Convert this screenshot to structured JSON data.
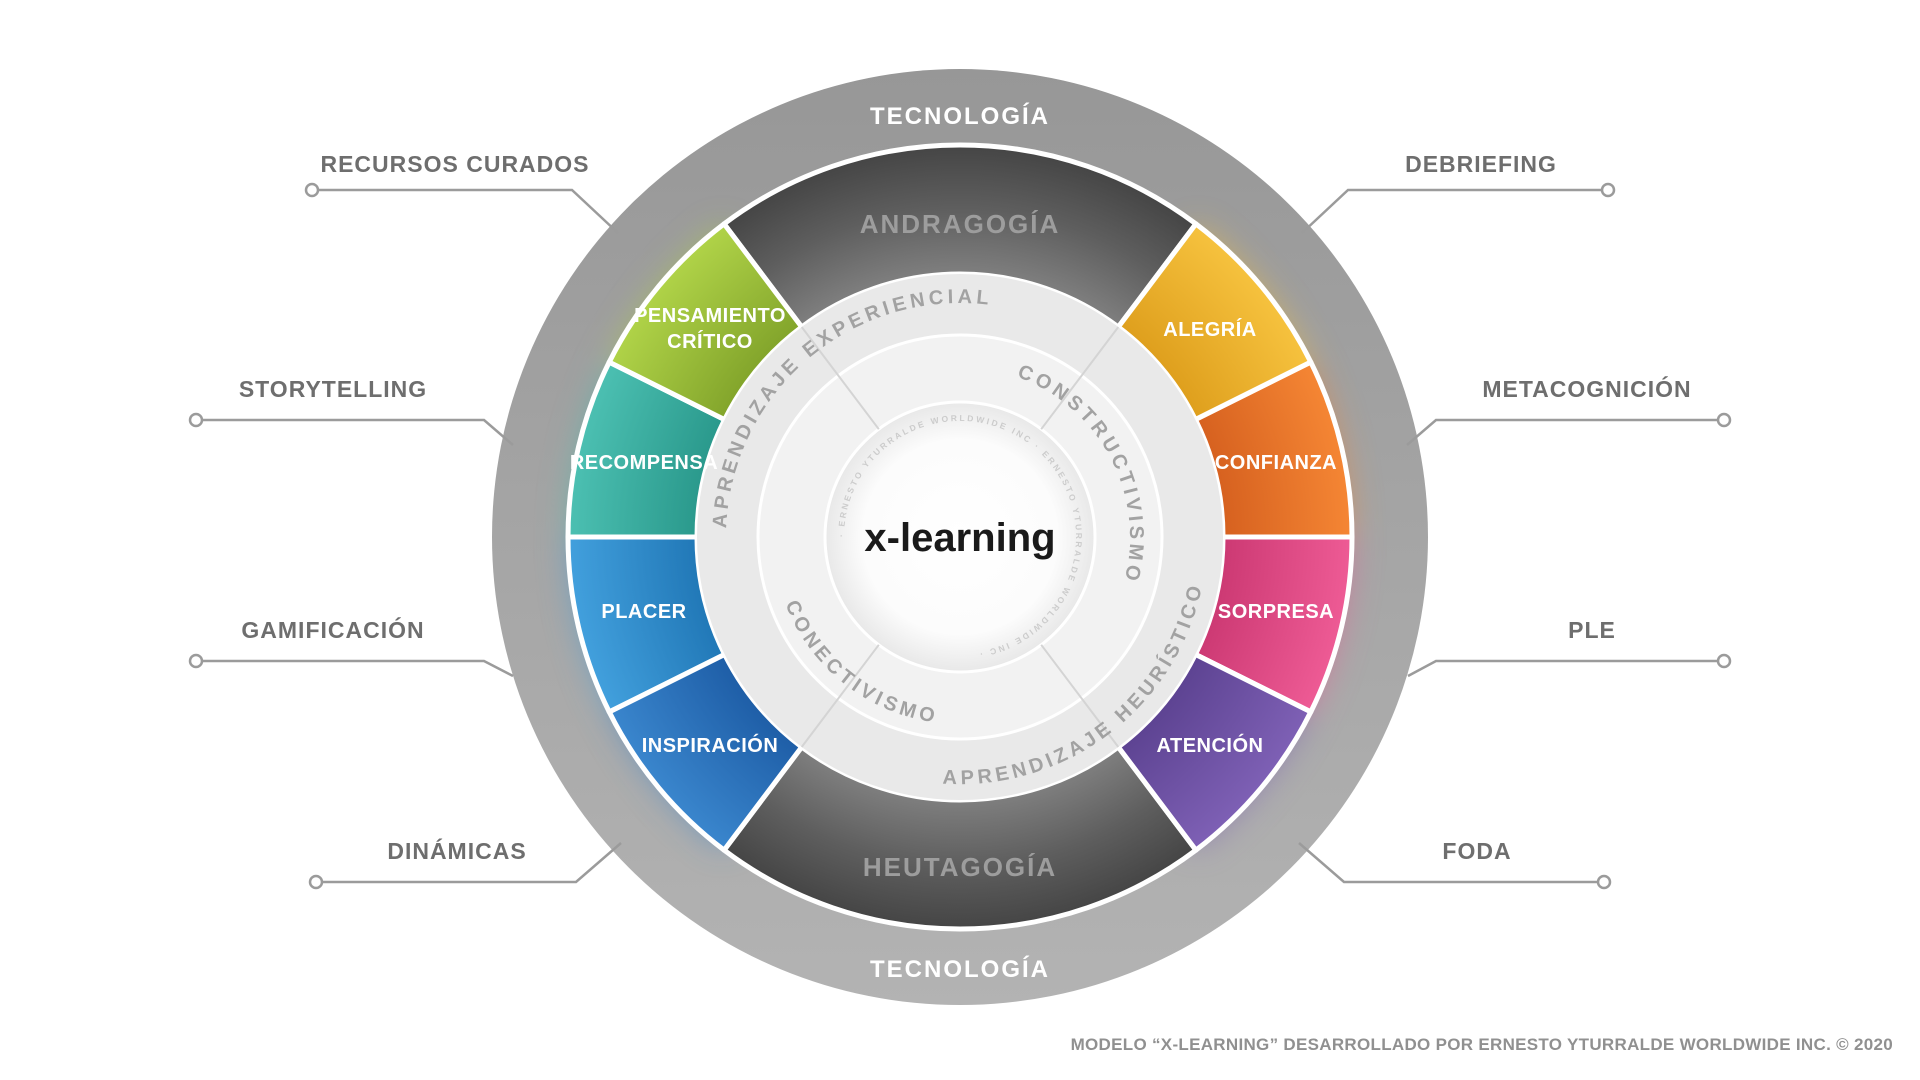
{
  "wheel": {
    "center_label": "x-learning",
    "outer_ring": {
      "top": "TECNOLOGÍA",
      "bottom": "TECNOLOGÍA"
    },
    "mid_ring": {
      "top": "ANDRAGOGÍA",
      "bottom": "HEUTAGOGÍA"
    },
    "arc_texts": {
      "experiential": "APRENDIZAJE EXPERIENCIAL",
      "constructivism": "CONSTRUCTIVISMO",
      "connectivism": "CONECTIVISMO",
      "heuristic": "APRENDIZAJE HEURÍSTICO"
    },
    "watermark": "· ERNESTO YTURRALDE WORLDWIDE INC · ERNESTO YTURRALDE WORLDWIDE INC ·",
    "wedges": [
      {
        "id": "alegria",
        "label": "ALEGRÍA",
        "color_inner": "#dfa01e",
        "color_outer": "#f6c23e"
      },
      {
        "id": "confianza",
        "label": "CONFIANZA",
        "color_inner": "#d76220",
        "color_outer": "#f58634"
      },
      {
        "id": "sorpresa",
        "label": "SORPRESA",
        "color_inner": "#cd3a74",
        "color_outer": "#ee5b95"
      },
      {
        "id": "atencion",
        "label": "ATENCIÓN",
        "color_inner": "#5e4493",
        "color_outer": "#7e60b5"
      },
      {
        "id": "inspiracion",
        "label": "INSPIRACIÓN",
        "color_inner": "#1f5fa8",
        "color_outer": "#3a86cd"
      },
      {
        "id": "placer",
        "label": "PLACER",
        "color_inner": "#2279b8",
        "color_outer": "#42a0dd"
      },
      {
        "id": "recompensa",
        "label": "RECOMPENSA",
        "color_inner": "#2b9a8d",
        "color_outer": "#4cc0b2"
      },
      {
        "id": "pensamiento",
        "label": "PENSAMIENTO CRÍTICO",
        "label_line1": "PENSAMIENTO",
        "label_line2": "CRÍTICO",
        "color_inner": "#84a62c",
        "color_outer": "#b0d348"
      }
    ],
    "callouts": {
      "left": [
        {
          "label": "RECURSOS CURADOS"
        },
        {
          "label": "STORYTELLING"
        },
        {
          "label": "GAMIFICACIÓN"
        },
        {
          "label": "DINÁMICAS"
        }
      ],
      "right": [
        {
          "label": "DEBRIEFING"
        },
        {
          "label": "METACOGNICIÓN"
        },
        {
          "label": "PLE"
        },
        {
          "label": "FODA"
        }
      ]
    }
  },
  "footer": {
    "credit": "MODELO “X-LEARNING” DESARROLLADO POR ERNESTO YTURRALDE WORLDWIDE INC. © 2020"
  },
  "palette": {
    "outer_ring": "#a8a8a8",
    "dark_ring": "#555555",
    "light_ring": "#e9e9e9",
    "label_gray": "#6e6e6e",
    "white": "#ffffff"
  }
}
